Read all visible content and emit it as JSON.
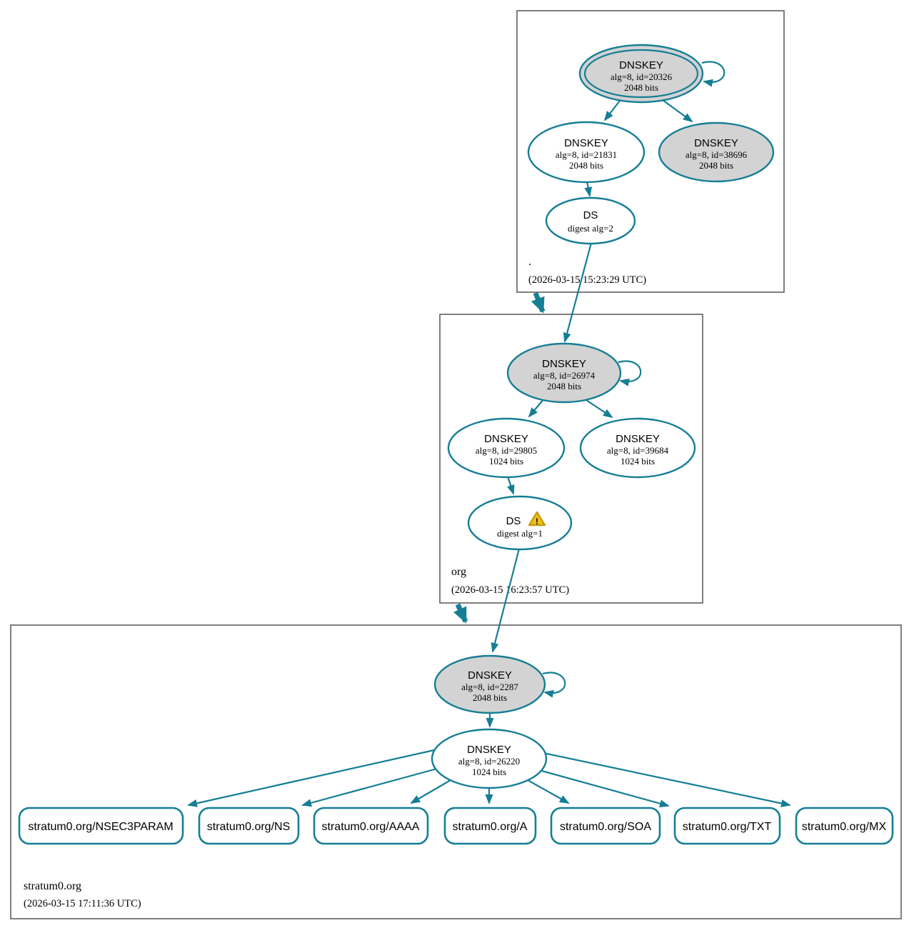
{
  "colors": {
    "edge_teal": "#157e95",
    "ksk_fill": "#d3d3d3",
    "node_fill": "#ffffff",
    "warning_fill": "#f0c020",
    "warning_border": "#c89b10",
    "box_border": "#5f5f5f"
  },
  "zones": {
    "root": {
      "label": ".",
      "timestamp": "(2026-03-15 15:23:29 UTC)",
      "ksk": {
        "title": "DNSKEY",
        "params": "alg=8, id=20326",
        "size": "2048 bits"
      },
      "zsk": {
        "title": "DNSKEY",
        "params": "alg=8, id=21831",
        "size": "2048 bits"
      },
      "ksk2": {
        "title": "DNSKEY",
        "params": "alg=8, id=38696",
        "size": "2048 bits"
      },
      "ds": {
        "title": "DS",
        "params": "digest alg=2"
      }
    },
    "org": {
      "label": "org",
      "timestamp": "(2026-03-15 16:23:57 UTC)",
      "ksk": {
        "title": "DNSKEY",
        "params": "alg=8, id=26974",
        "size": "2048 bits"
      },
      "zsk": {
        "title": "DNSKEY",
        "params": "alg=8, id=29805",
        "size": "1024 bits"
      },
      "zsk2": {
        "title": "DNSKEY",
        "params": "alg=8, id=39684",
        "size": "1024 bits"
      },
      "ds": {
        "title": "DS",
        "params": "digest alg=1",
        "warning_mark": "!"
      }
    },
    "stratum0": {
      "label": "stratum0.org",
      "timestamp": "(2026-03-15 17:11:36 UTC)",
      "ksk": {
        "title": "DNSKEY",
        "params": "alg=8, id=2287",
        "size": "2048 bits"
      },
      "zsk": {
        "title": "DNSKEY",
        "params": "alg=8, id=26220",
        "size": "1024 bits"
      },
      "rrsets": [
        "stratum0.org/NSEC3PARAM",
        "stratum0.org/NS",
        "stratum0.org/AAAA",
        "stratum0.org/A",
        "stratum0.org/SOA",
        "stratum0.org/TXT",
        "stratum0.org/MX"
      ]
    }
  }
}
